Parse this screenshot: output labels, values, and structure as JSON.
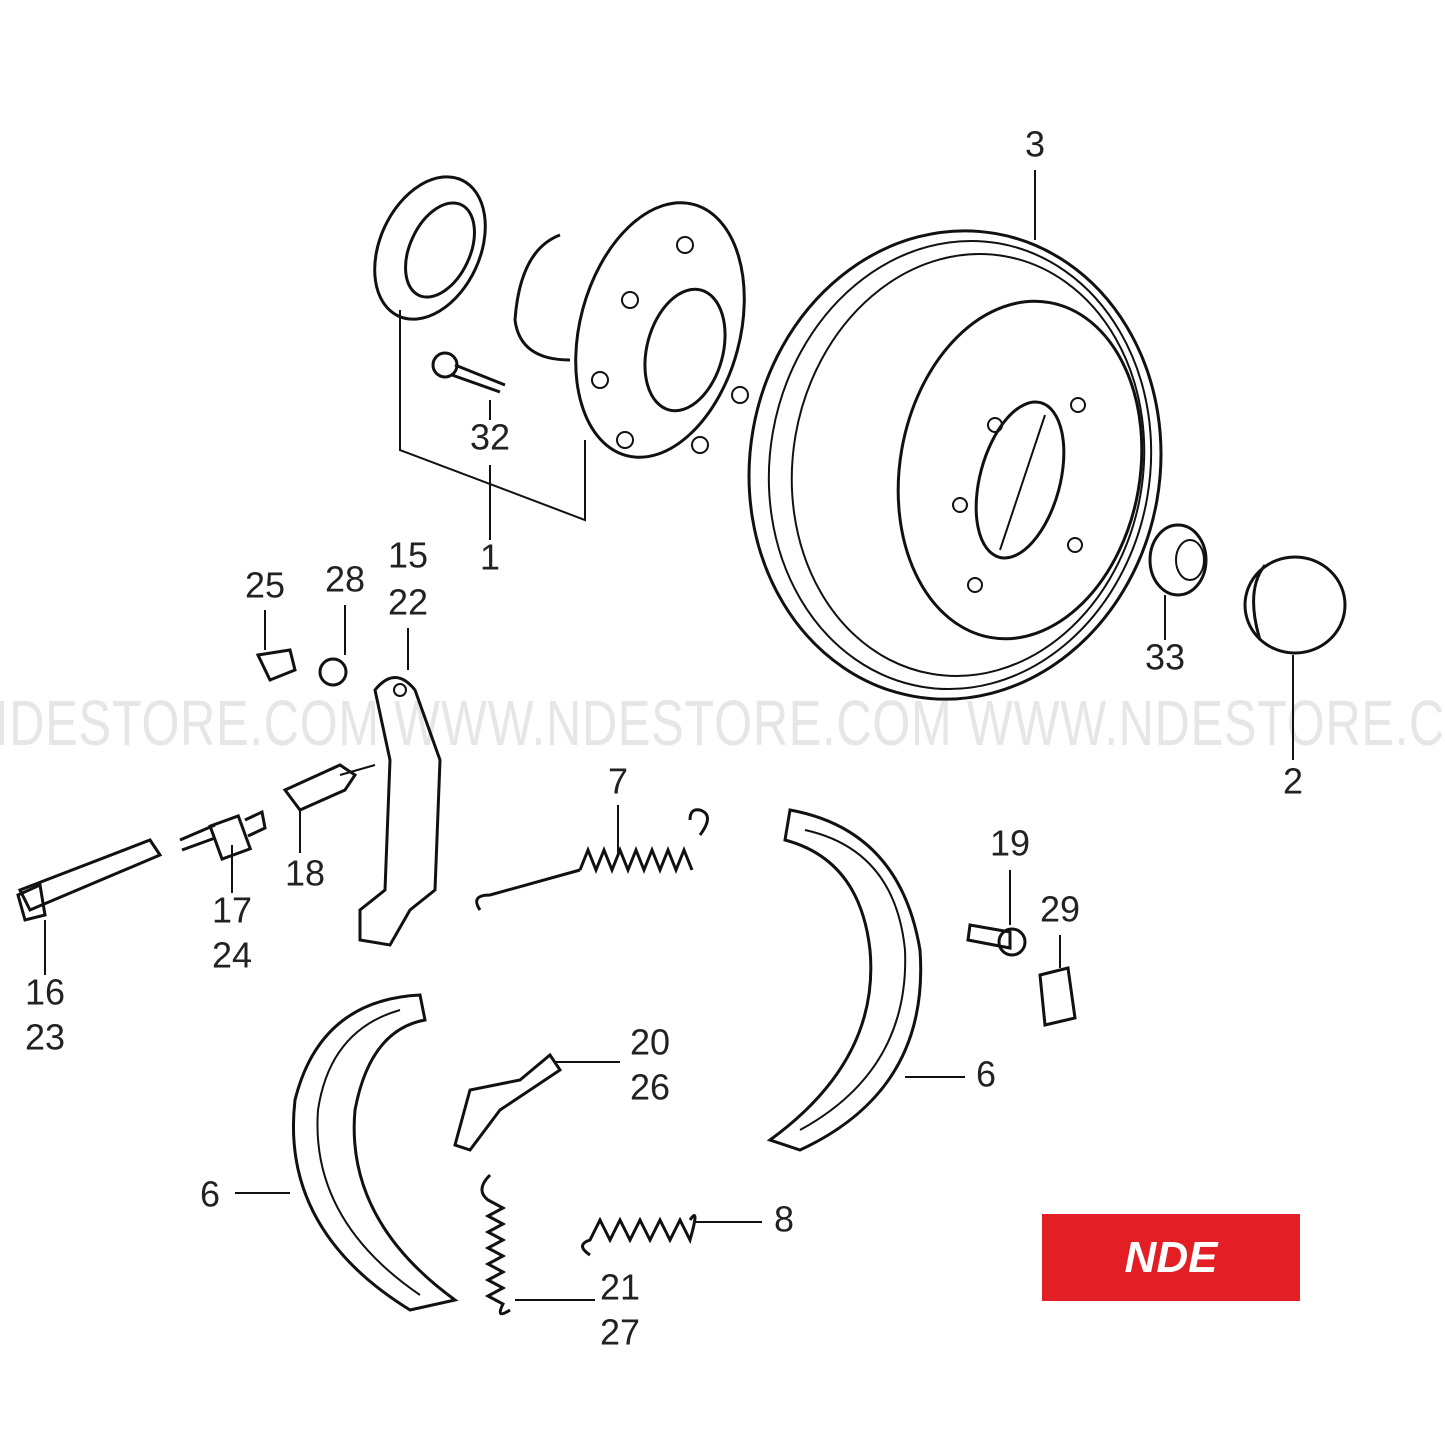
{
  "watermark": "IDESTORE.COM WWW.NDESTORE.COM WWW.NDESTORE.C",
  "logo": {
    "text": "NDE",
    "color": "#e31e24"
  },
  "callouts": [
    "3",
    "32",
    "1",
    "15",
    "22",
    "25",
    "28",
    "33",
    "2",
    "7",
    "19",
    "29",
    "18",
    "17",
    "24",
    "16",
    "23",
    "20",
    "26",
    "6",
    "6",
    "8",
    "21",
    "27"
  ]
}
